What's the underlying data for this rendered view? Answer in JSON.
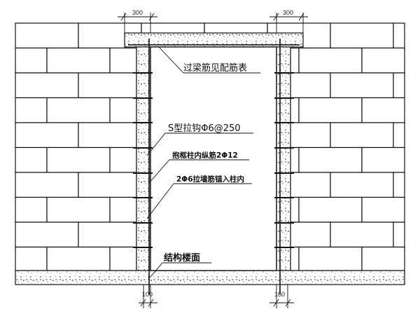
{
  "dimensions": {
    "top_left": "300",
    "top_right": "300",
    "bottom_left": "100",
    "bottom_right": "160"
  },
  "annotations": {
    "lintel_rebar": "过梁筋见配筋表",
    "s_hook": "S型拉钩Φ6@250",
    "column_rebar": "抱框柱内纵筋2Φ12",
    "wall_tie": "2Φ6拉墙筋锚入柱内",
    "floor": "结构楼面"
  },
  "colors": {
    "line": "#111111",
    "fill": "#ffffff"
  }
}
